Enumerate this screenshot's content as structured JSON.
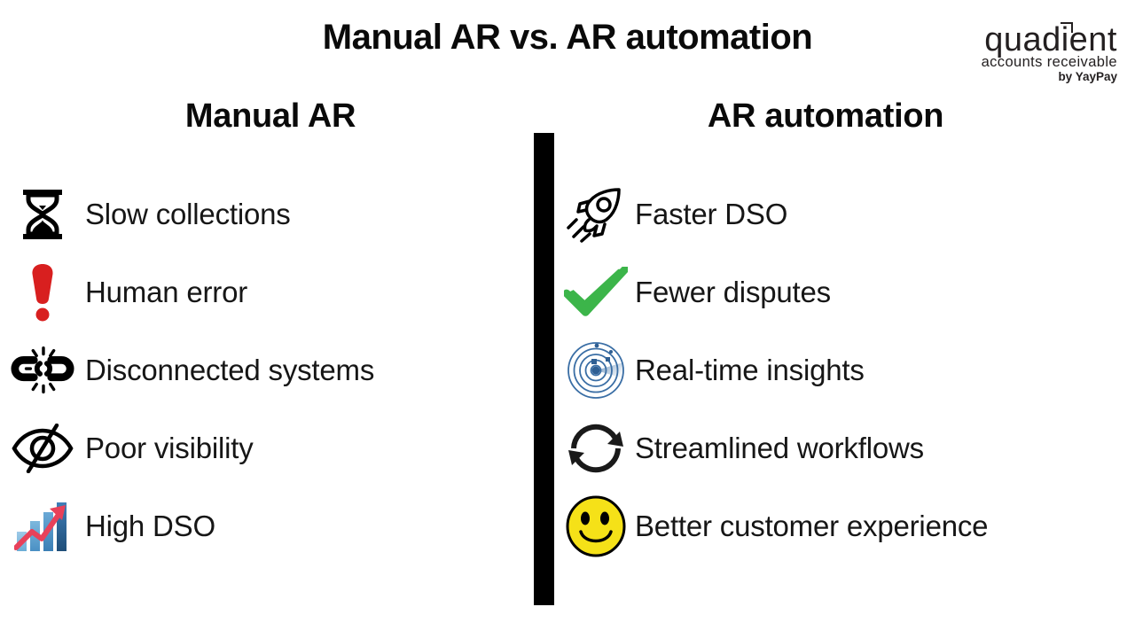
{
  "title": "Manual AR vs. AR automation",
  "logo": {
    "word": "quadient",
    "sub": "accounts receivable",
    "by": "by YayPay"
  },
  "columns": {
    "left": {
      "heading": "Manual AR",
      "items": [
        {
          "icon": "hourglass-icon",
          "label": "Slow collections"
        },
        {
          "icon": "exclamation-mark-icon",
          "label": "Human error"
        },
        {
          "icon": "broken-chain-icon",
          "label": "Disconnected systems"
        },
        {
          "icon": "eye-slash-icon",
          "label": "Poor visibility"
        },
        {
          "icon": "bar-chart-up-icon",
          "label": "High DSO"
        }
      ]
    },
    "right": {
      "heading": "AR automation",
      "items": [
        {
          "icon": "rocket-icon",
          "label": "Faster DSO"
        },
        {
          "icon": "green-check-icon",
          "label": "Fewer disputes"
        },
        {
          "icon": "radar-icon",
          "label": "Real-time insights"
        },
        {
          "icon": "refresh-arrows-icon",
          "label": "Streamlined workflows"
        },
        {
          "icon": "smiley-face-icon",
          "label": "Better customer experience"
        }
      ]
    }
  },
  "colors": {
    "background": "#ffffff",
    "text": "#0a0a0a",
    "divider": "#000000",
    "alert_red": "#d81f1f",
    "check_green": "#3cb54a",
    "radar_blue": "#3a6ea5",
    "smiley_yellow": "#f5e118",
    "chart_bar_blue": "#2e6da4",
    "chart_arrow_red": "#e8415a"
  }
}
